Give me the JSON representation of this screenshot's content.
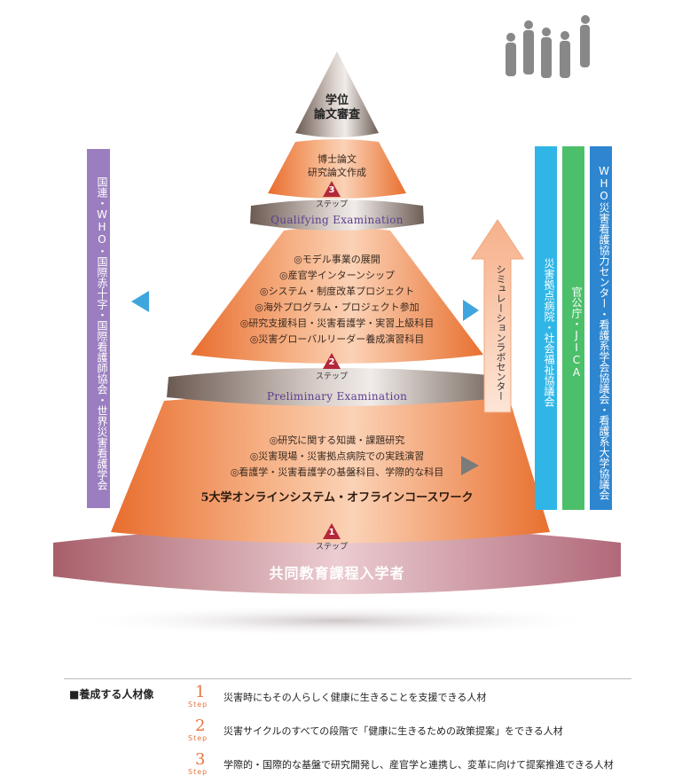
{
  "top": {
    "line1": "学位",
    "line2": "論文審査"
  },
  "tier3": {
    "line1": "博士論文",
    "line2": "研究論文作成"
  },
  "exams": {
    "qualifying": "Qualifying Examination",
    "preliminary": "Preliminary Examination"
  },
  "steps": {
    "label": "ステップ",
    "s1": "1",
    "s2": "2",
    "s3": "3"
  },
  "tier2_items": [
    "◎モデル事業の展開",
    "◎産官学インターンシップ",
    "◎システム・制度改革プロジェクト",
    "◎海外プログラム・プロジェクト参加",
    "◎研究支援科目・災害看護学・実習上級科目",
    "◎災害グローバルリーダー養成演習科目"
  ],
  "tier1_items": [
    "◎研究に関する知識・課題研究",
    "◎災害現場・災害拠点病院での実践演習",
    "◎看護学・災害看護学の基盤科目、学際的な科目"
  ],
  "tier1_title": "5大学オンラインシステム・オフラインコースワーク",
  "entrants": "共同教育課程入学者",
  "simulation": "シミュレーションラボセンター",
  "left_bar": "国連・WHO・国際赤十字・国際看護師協会・世界災害看護学会",
  "right_bars": {
    "hospitals": "災害拠点病院・社会福祉協議会",
    "government": "官公庁・JICA",
    "who": "WHO災害看護協力センター・看護系学会協議会・看護系大学協議会"
  },
  "colors": {
    "orange": "#f0955f",
    "purple": "#9b7ec0",
    "cyan": "#2fb6e6",
    "green": "#4cbf6a",
    "blue": "#2e86d0"
  },
  "legend": {
    "title": "■養成する人材像",
    "step_word": "Step",
    "rows": [
      {
        "num": "1",
        "text": "災害時にもその人らしく健康に生きることを支援できる人材"
      },
      {
        "num": "2",
        "text": "災害サイクルのすべての段階で「健康に生きるための政策提案」をできる人材"
      },
      {
        "num": "3",
        "text": "学際的・国際的な基盤で研究開発し、産官学と連携し、変革に向けて提案推進できる人材"
      }
    ]
  }
}
